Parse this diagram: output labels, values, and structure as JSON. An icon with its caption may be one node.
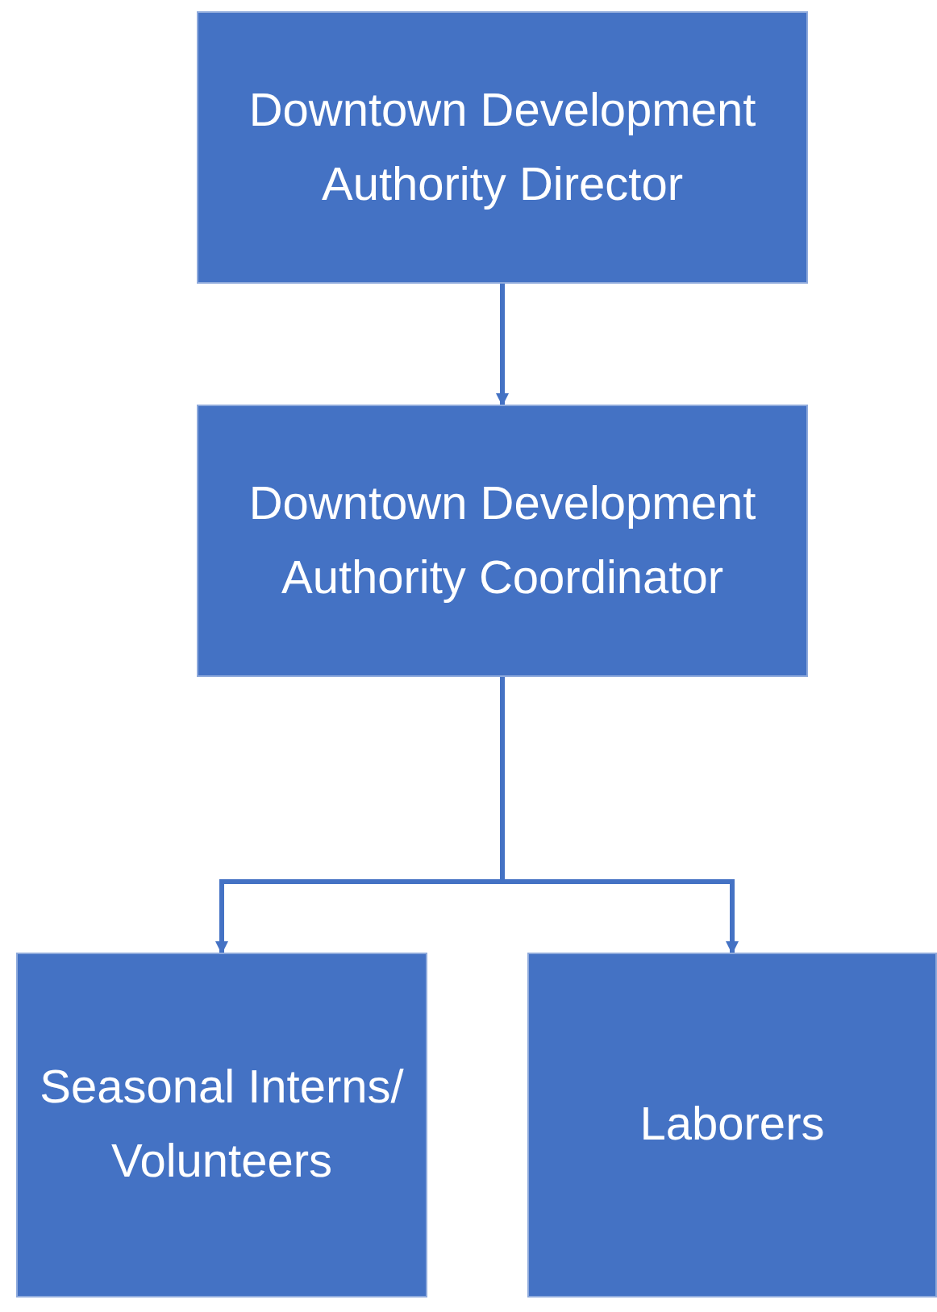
{
  "diagram": {
    "nodes": [
      {
        "text": [
          "Downtown Development Authority Director"
        ]
      },
      {
        "text": [
          "Downtown Development Authority Coordinator"
        ]
      },
      {
        "text": [
          "Seasonal Interns/ Volunteers"
        ]
      },
      {
        "text": [
          "Laborers"
        ]
      }
    ],
    "edges": [
      {
        "from": 0,
        "to": 1,
        "arrow": "to"
      },
      {
        "from": 1,
        "to": 2,
        "arrow": "to"
      },
      {
        "from": 1,
        "to": 3,
        "arrow": "to"
      }
    ]
  }
}
